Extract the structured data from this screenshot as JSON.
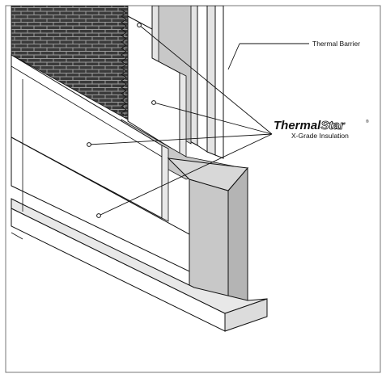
{
  "diagram": {
    "labels": {
      "thermal_barrier": "Thermal Barrier",
      "product_line": "X-Grade Insulation"
    },
    "brand": {
      "part1": "Thermal",
      "part2": "Star",
      "mark": "®"
    },
    "colors": {
      "brick": "#3a3a3a",
      "mortar": "#9a9a9a",
      "concrete": "#c8c8c8",
      "wood": "#e4e4e4",
      "board": "#ffffff",
      "line": "#111111"
    }
  }
}
